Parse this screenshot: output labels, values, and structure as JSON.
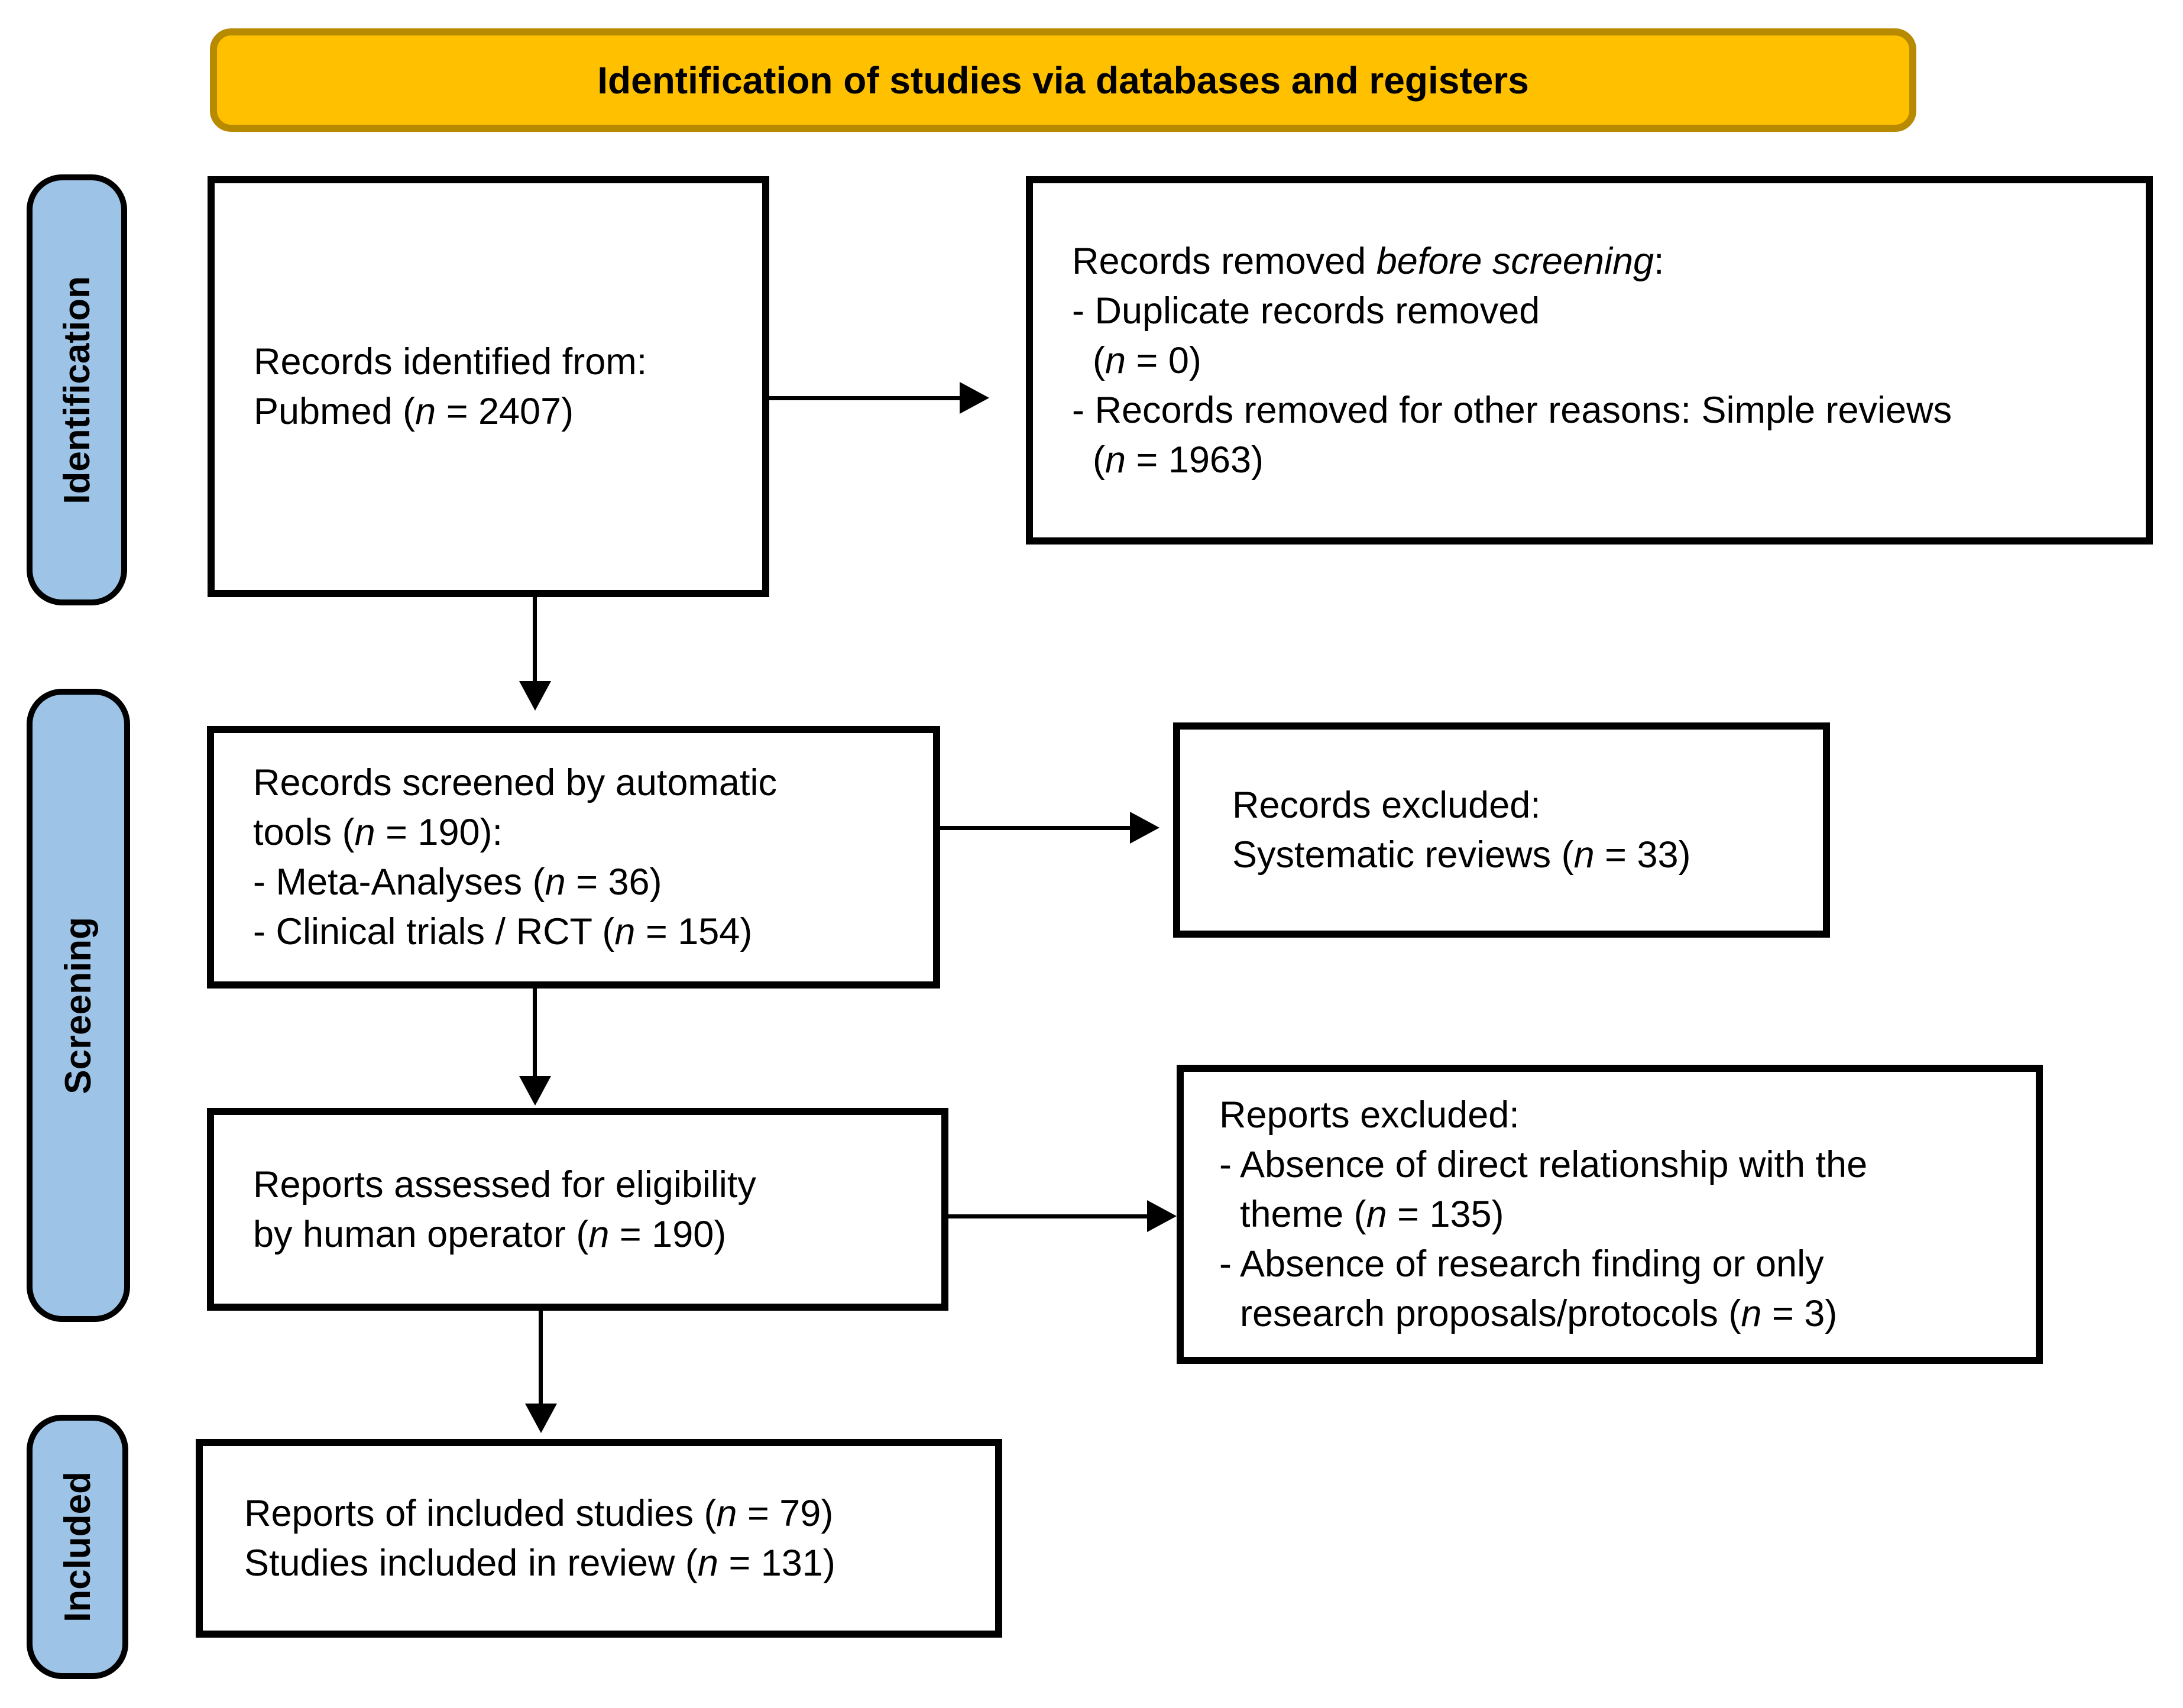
{
  "title": "Identification of studies via databases and registers",
  "stages": [
    {
      "label": "Identification"
    },
    {
      "label": "Screening"
    },
    {
      "label": "Included"
    }
  ],
  "boxes": {
    "records_identified": {
      "lines": [
        [
          {
            "t": "Records identified from:"
          }
        ],
        [
          {
            "t": "Pubmed ("
          },
          {
            "t": "n",
            "i": true
          },
          {
            "t": " = 2407)"
          }
        ]
      ]
    },
    "records_removed": {
      "lines": [
        [
          {
            "t": "Records removed "
          },
          {
            "t": "before screening",
            "i": true
          },
          {
            "t": ":"
          }
        ],
        [
          {
            "t": "- Duplicate records removed"
          }
        ],
        [
          {
            "t": "  ("
          },
          {
            "t": "n",
            "i": true
          },
          {
            "t": " = 0)"
          }
        ],
        [
          {
            "t": "- Records removed for other reasons: Simple reviews"
          }
        ],
        [
          {
            "t": "  ("
          },
          {
            "t": "n",
            "i": true
          },
          {
            "t": " = 1963)"
          }
        ]
      ]
    },
    "records_screened": {
      "lines": [
        [
          {
            "t": "Records screened by automatic"
          }
        ],
        [
          {
            "t": "tools ("
          },
          {
            "t": "n",
            "i": true
          },
          {
            "t": " = 190):"
          }
        ],
        [
          {
            "t": "- Meta-Analyses ("
          },
          {
            "t": "n",
            "i": true
          },
          {
            "t": " = 36)"
          }
        ],
        [
          {
            "t": "- Clinical trials / RCT ("
          },
          {
            "t": "n",
            "i": true
          },
          {
            "t": " = 154)"
          }
        ]
      ]
    },
    "records_excluded": {
      "lines": [
        [
          {
            "t": "Records excluded:"
          }
        ],
        [
          {
            "t": "Systematic reviews ("
          },
          {
            "t": "n",
            "i": true
          },
          {
            "t": " = 33)"
          }
        ]
      ]
    },
    "reports_assessed": {
      "lines": [
        [
          {
            "t": "Reports assessed for eligibility"
          }
        ],
        [
          {
            "t": "by human operator ("
          },
          {
            "t": "n",
            "i": true
          },
          {
            "t": " = 190)"
          }
        ]
      ]
    },
    "reports_excluded": {
      "lines": [
        [
          {
            "t": "Reports excluded:"
          }
        ],
        [
          {
            "t": "- Absence of direct relationship with the"
          }
        ],
        [
          {
            "t": "  theme ("
          },
          {
            "t": "n",
            "i": true
          },
          {
            "t": " = 135)"
          }
        ],
        [
          {
            "t": "- Absence of research finding or only"
          }
        ],
        [
          {
            "t": "  research proposals/protocols ("
          },
          {
            "t": "n",
            "i": true
          },
          {
            "t": " = 3)"
          }
        ]
      ]
    },
    "included_studies": {
      "lines": [
        [
          {
            "t": "Reports of included studies ("
          },
          {
            "t": "n",
            "i": true
          },
          {
            "t": " = 79)"
          }
        ],
        [
          {
            "t": "Studies included in review ("
          },
          {
            "t": "n",
            "i": true
          },
          {
            "t": " = 131)"
          }
        ]
      ]
    }
  },
  "colors": {
    "banner_fill": "#FFC000",
    "banner_border": "#B78A00",
    "stage_fill": "#9DC3E6",
    "stage_border": "#000000",
    "box_fill": "#FFFFFF",
    "box_border": "#000000",
    "arrow": "#000000",
    "text": "#000000",
    "page_bg": "#FFFFFF"
  }
}
